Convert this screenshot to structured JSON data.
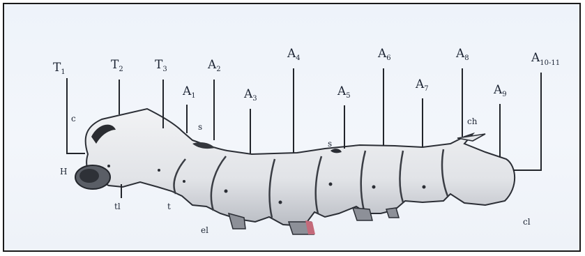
{
  "segment_labels": [
    {
      "main": "T",
      "sub": "1"
    },
    {
      "main": "T",
      "sub": "2"
    },
    {
      "main": "T",
      "sub": "3"
    },
    {
      "main": "A",
      "sub": "1"
    },
    {
      "main": "A",
      "sub": "2"
    },
    {
      "main": "A",
      "sub": "3"
    },
    {
      "main": "A",
      "sub": "4"
    },
    {
      "main": "A",
      "sub": "5"
    },
    {
      "main": "A",
      "sub": "6"
    },
    {
      "main": "A",
      "sub": "7"
    },
    {
      "main": "A",
      "sub": "8"
    },
    {
      "main": "A",
      "sub": "9"
    },
    {
      "main": "A",
      "sub": "10-11"
    }
  ],
  "part_labels": [
    "H",
    "c",
    "s",
    "ch",
    "tl",
    "t",
    "el",
    "cl"
  ],
  "colors": {
    "body_fill": "#e3e5e8",
    "body_shadow": "#6b6f78",
    "outline": "#2b2e35",
    "leader": "#22252b",
    "accent_red": "#c46a7a"
  }
}
